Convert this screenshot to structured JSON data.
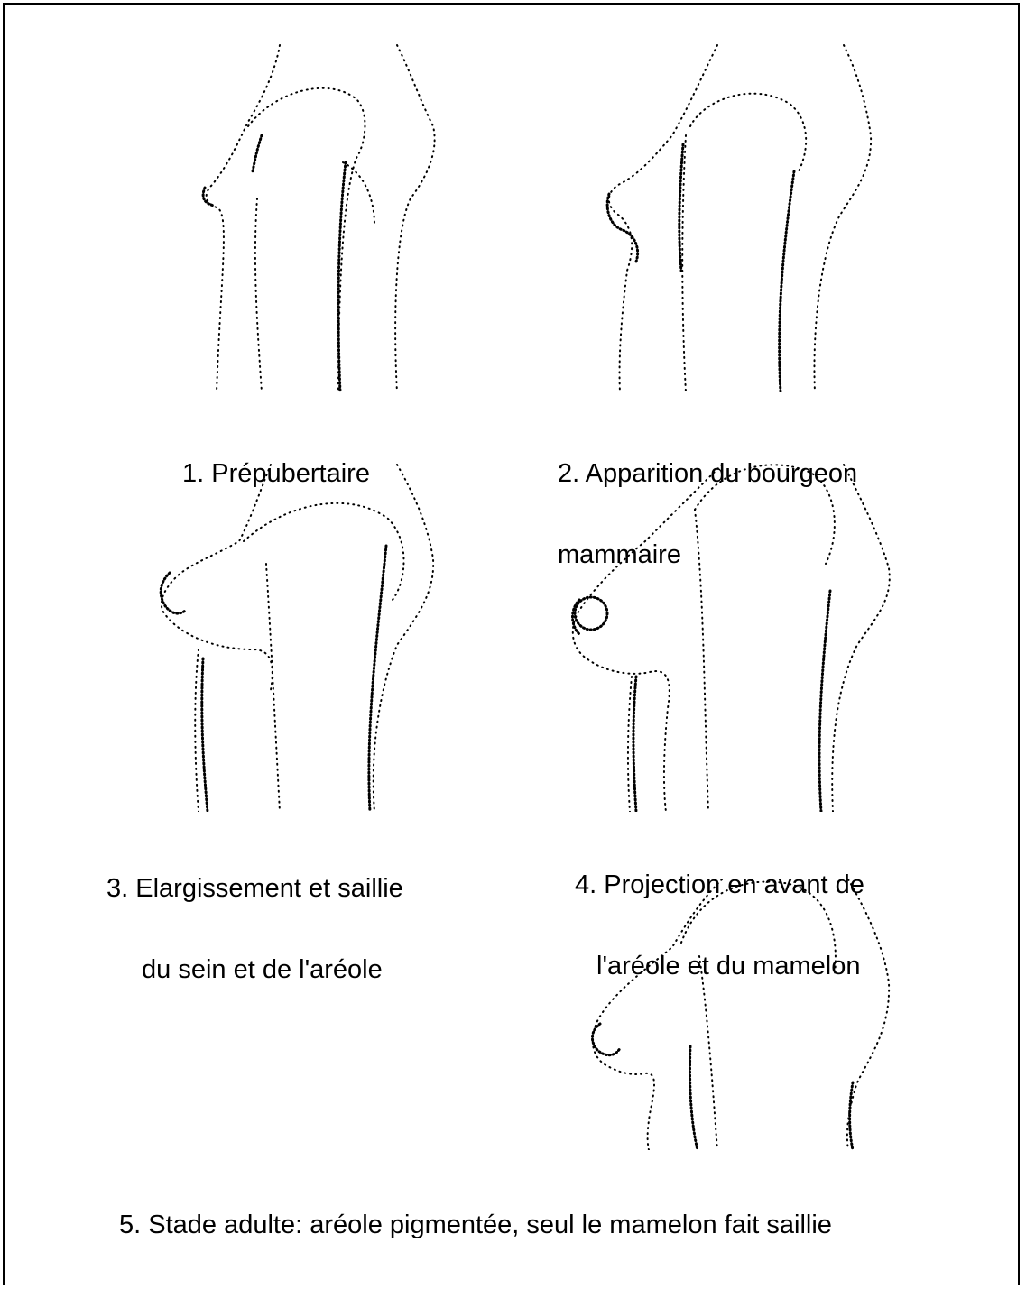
{
  "colors": {
    "ink": "#000000",
    "paper": "#ffffff"
  },
  "stages": [
    {
      "label_lines": [
        "1. Prépubertaire"
      ]
    },
    {
      "label_lines": [
        "2. Apparition du bourgeon",
        "mammaire"
      ]
    },
    {
      "label_lines": [
        "3. Elargissement et saillie",
        "du sein et de l'aréole"
      ]
    },
    {
      "label_lines": [
        "4. Projection en avant de",
        "l'aréole et du mamelon"
      ]
    },
    {
      "label_lines": [
        "5. Stade adulte: aréole pigmentée, seul le mamelon fait saillie"
      ]
    }
  ]
}
